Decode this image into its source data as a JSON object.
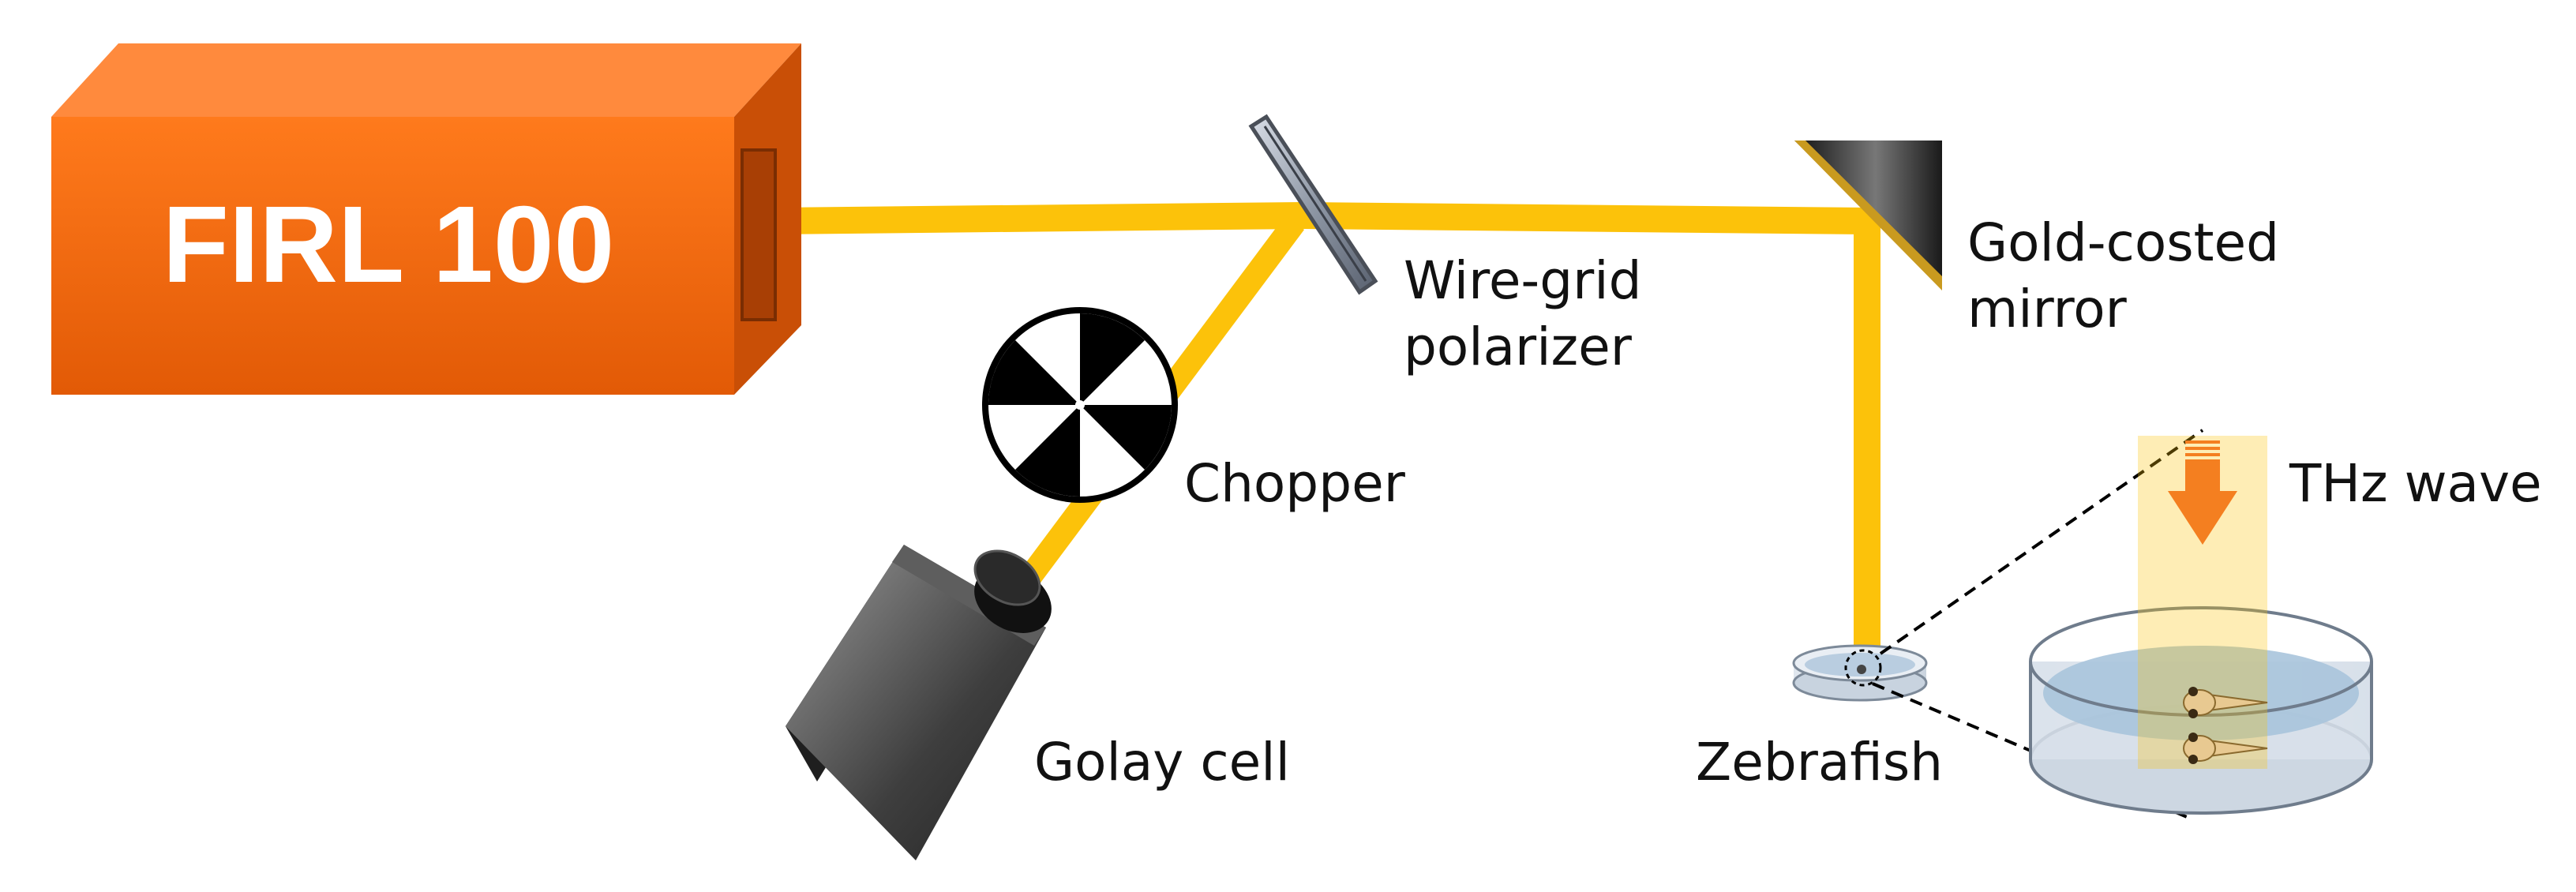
{
  "source": {
    "label": "FIRL 100",
    "color_front": "#f26a10",
    "color_top": "#ff8a3d",
    "color_side": "#c94f06"
  },
  "beam": {
    "color": "#fcc20a"
  },
  "components": {
    "polarizer_label_line1": "Wire-grid",
    "polarizer_label_line2": "polarizer",
    "mirror_label_line1": "Gold-costed",
    "mirror_label_line2": "mirror",
    "chopper_label": "Chopper",
    "detector_label": "Golay cell",
    "sample_label": "Zebrafish",
    "wave_label": "THz wave"
  },
  "colors": {
    "arrow": "#f47f20",
    "water": "#a9c4dc"
  }
}
